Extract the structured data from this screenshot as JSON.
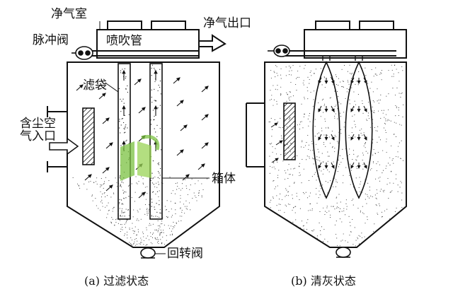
{
  "labels": {
    "clean_chamber": "净气室",
    "pulse_valve": "脉冲阀",
    "blow_pipe": "喷吹管",
    "clean_outlet": "净气出口",
    "filter_bag": "滤袋",
    "dusty_inlet_1": "含尘空",
    "dusty_inlet_2": "气入口",
    "housing": "箱体",
    "rotary_valve": "回转阀"
  },
  "captions": {
    "a": "(a)  过滤状态",
    "b": "(b)  清灰状态"
  },
  "colors": {
    "line": "#111111",
    "watermark": "#7cc242"
  },
  "watermark_icon": "leaf-logo-icon"
}
